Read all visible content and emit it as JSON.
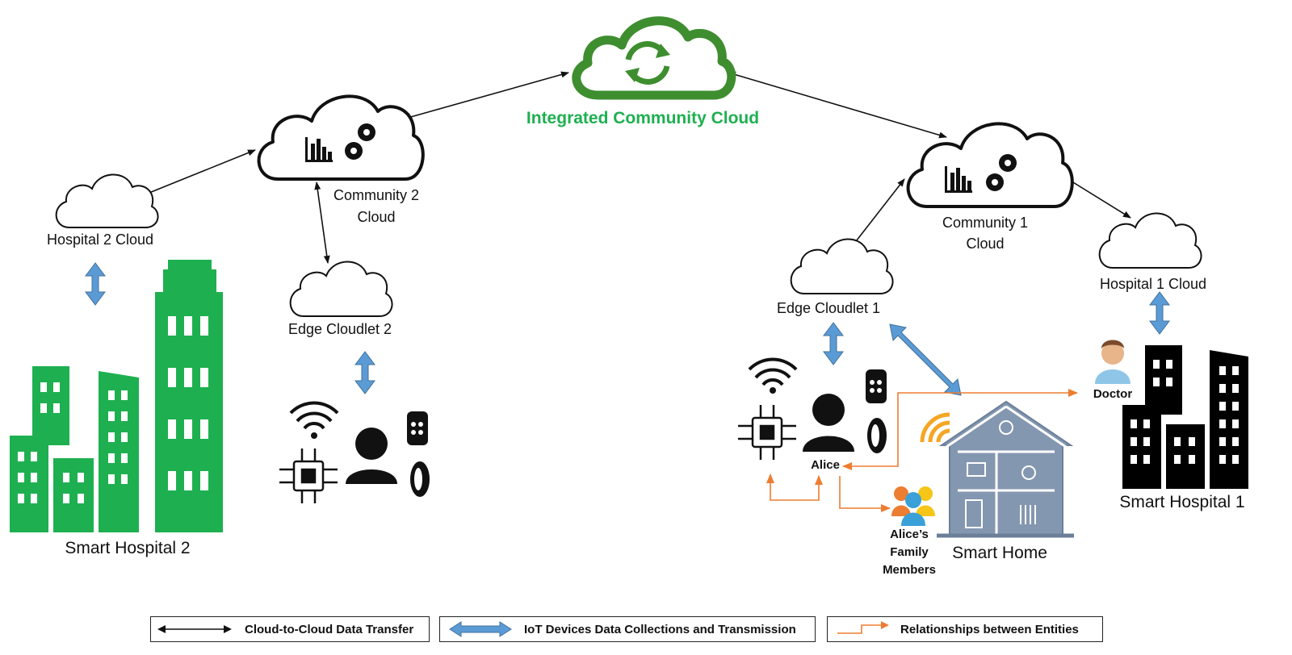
{
  "title": "Integrated Community Cloud",
  "colors": {
    "green": "#1eb050",
    "cloud_green": "#3e8e2f",
    "blue": "#5b9bd5",
    "orange": "#ed7d31",
    "house": "#8497b0",
    "black": "#000000"
  },
  "nodes": {
    "community2": "Community 2\nCloud",
    "community1": "Community 1\nCloud",
    "hospital2_cloud": "Hospital 2 Cloud",
    "hospital1_cloud": "Hospital 1 Cloud",
    "edge2": "Edge Cloudlet 2",
    "edge1": "Edge Cloudlet 1",
    "smart_hospital2": "Smart Hospital 2",
    "smart_hospital1": "Smart Hospital 1",
    "smart_home": "Smart Home",
    "alice": "Alice",
    "doctor": "Doctor",
    "family": "Alice’s\nFamily\nMembers"
  },
  "legend": {
    "cloud_to_cloud": "Cloud-to-Cloud Data Transfer",
    "iot": "IoT Devices Data Collections and Transmission",
    "relationships": "Relationships between Entities"
  },
  "icons": [
    "sync-icon",
    "bar-chart-icon",
    "gears-icon",
    "wifi-icon",
    "chip-icon",
    "person-icon",
    "smartwatch-icon",
    "fitness-band-icon",
    "doctor-icon",
    "family-icon",
    "house-icon",
    "building-icon"
  ]
}
